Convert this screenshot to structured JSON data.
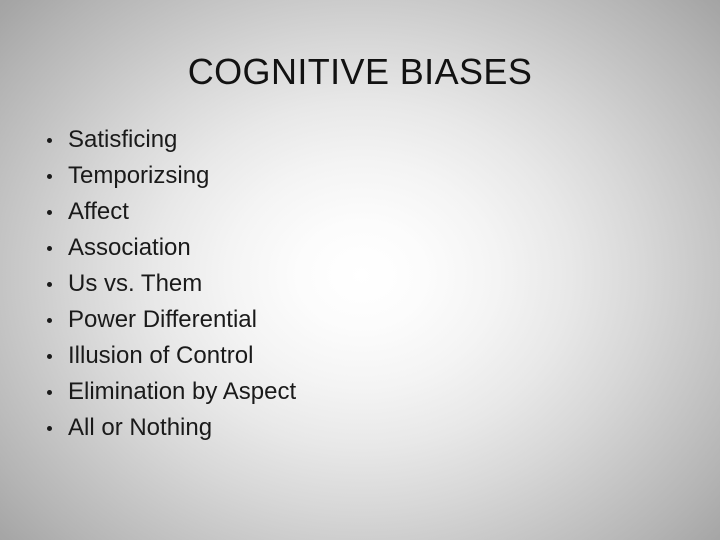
{
  "slide": {
    "title": "COGNITIVE BIASES",
    "bullet_glyph": "•",
    "text_color": "#1a1a1a",
    "background": {
      "edge_color": "#a3a3a3",
      "highlight_color": "#ffffff"
    },
    "items": [
      {
        "label": "Satisficing"
      },
      {
        "label": "Temporizsing"
      },
      {
        "label": "Affect"
      },
      {
        "label": "Association"
      },
      {
        "label": "Us vs. Them"
      },
      {
        "label": "Power Differential"
      },
      {
        "label": "Illusion of Control"
      },
      {
        "label": "Elimination by Aspect"
      },
      {
        "label": "All or Nothing"
      }
    ]
  }
}
